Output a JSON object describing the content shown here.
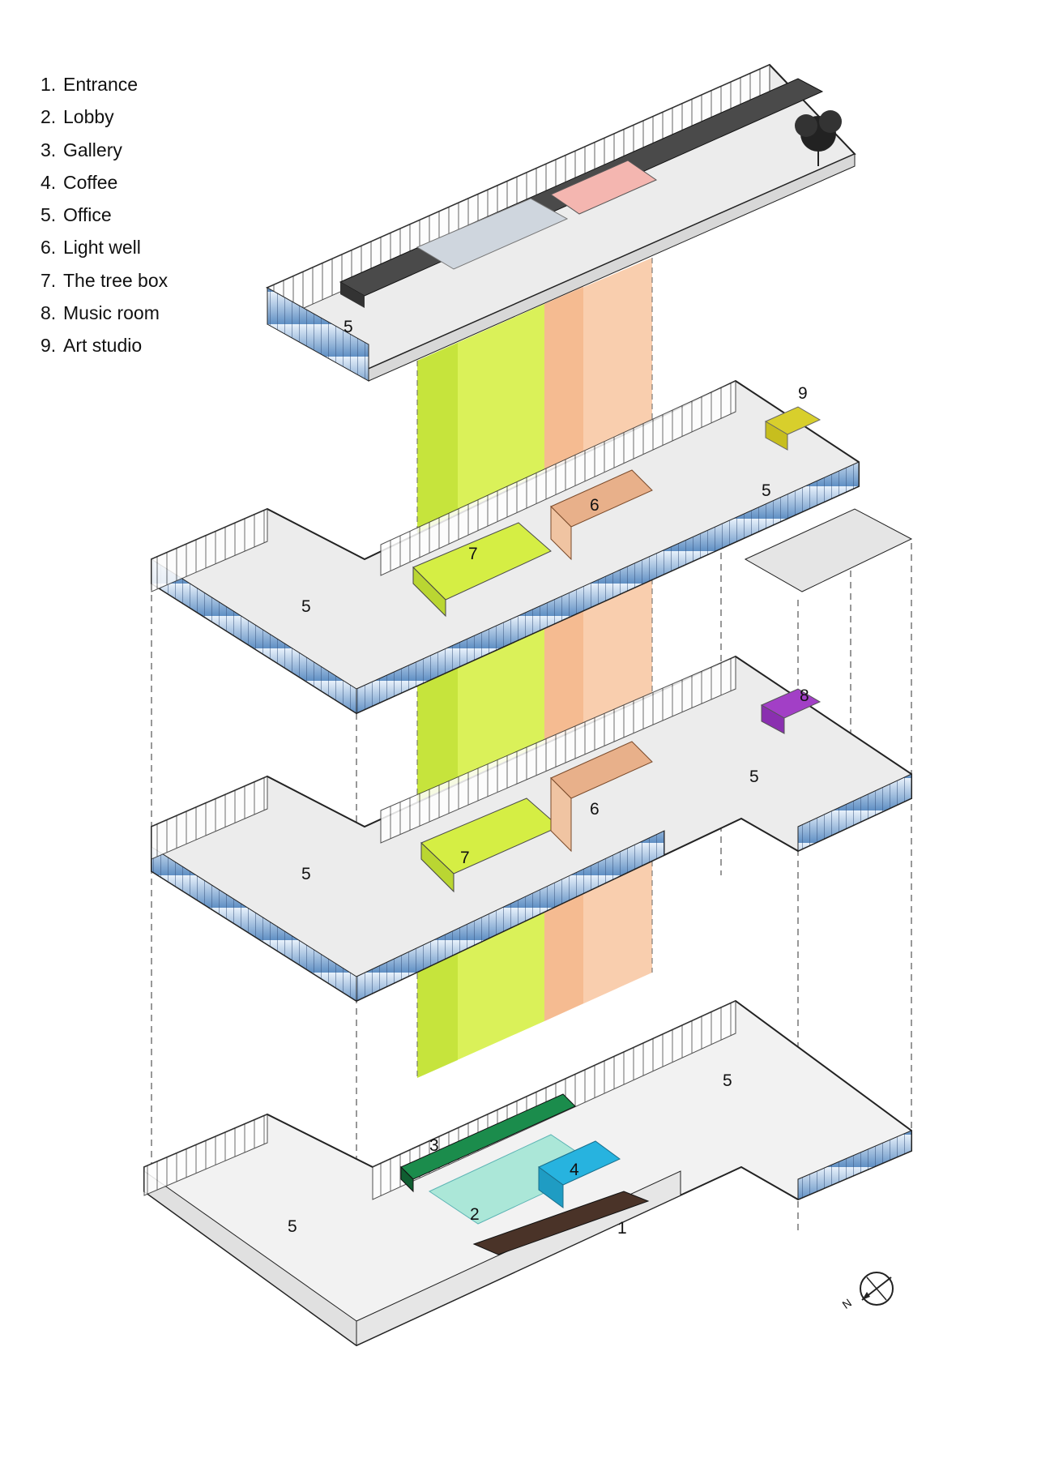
{
  "legend": [
    {
      "num": "1.",
      "label": "Entrance"
    },
    {
      "num": "2.",
      "label": "Lobby"
    },
    {
      "num": "3.",
      "label": "Gallery"
    },
    {
      "num": "4.",
      "label": "Coffee"
    },
    {
      "num": "5.",
      "label": "Office"
    },
    {
      "num": "6.",
      "label": "Light well"
    },
    {
      "num": "7.",
      "label": "The tree box"
    },
    {
      "num": "8.",
      "label": "Music room"
    },
    {
      "num": "9.",
      "label": "Art studio"
    }
  ],
  "labels": {
    "roof_office": "5",
    "floor3_office_left": "5",
    "floor3_office_right": "5",
    "floor3_lightwell": "6",
    "floor3_treebox": "7",
    "floor3_artstudio": "9",
    "floor2_office_left": "5",
    "floor2_office_right": "5",
    "floor2_lightwell": "6",
    "floor2_treebox": "7",
    "floor2_musicroom": "8",
    "ground_office_left": "5",
    "ground_office_right": "5",
    "ground_gallery": "3",
    "ground_lobby": "2",
    "ground_coffee": "4",
    "ground_entrance": "1"
  },
  "compass": {
    "letter": "N"
  },
  "colors": {
    "treebox_green": "#d4ef3c",
    "lightwell_orange": "#f7b98c",
    "art_studio_yellow": "#d8cf2c",
    "music_room_purple": "#a23fc6",
    "coffee_cyan": "#27b3df",
    "gallery_green": "#1b8c4c",
    "lobby_mint": "#9fe6d4",
    "facade_blue": "#5f8fc4",
    "slab_gray": "#ececec"
  }
}
